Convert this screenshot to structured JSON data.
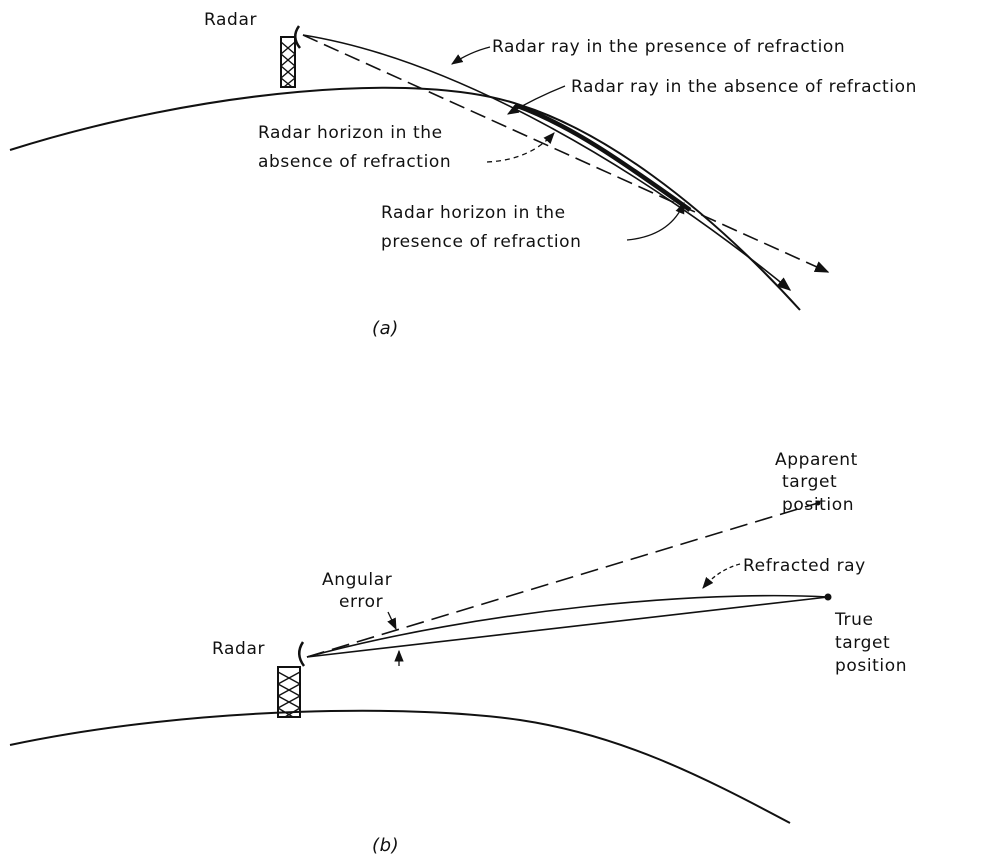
{
  "panel_a": {
    "radar_label": "Radar",
    "ray_with_refraction": "Radar ray in the presence of refraction",
    "ray_without_refraction": "Radar ray in the absence of refraction",
    "horizon_absent_line1": "Radar horizon in the",
    "horizon_absent_line2": "absence of refraction",
    "horizon_present_line1": "Radar horizon in the",
    "horizon_present_line2": "presence of refraction",
    "caption": "(a)"
  },
  "panel_b": {
    "radar_label": "Radar",
    "apparent_line1": "Apparent",
    "apparent_line2": "target",
    "apparent_line3": "position",
    "refracted_ray": "Refracted ray",
    "angular_line1": "Angular",
    "angular_line2": "error",
    "true_line1": "True",
    "true_line2": "target",
    "true_line3": "position",
    "caption": "(b)"
  }
}
